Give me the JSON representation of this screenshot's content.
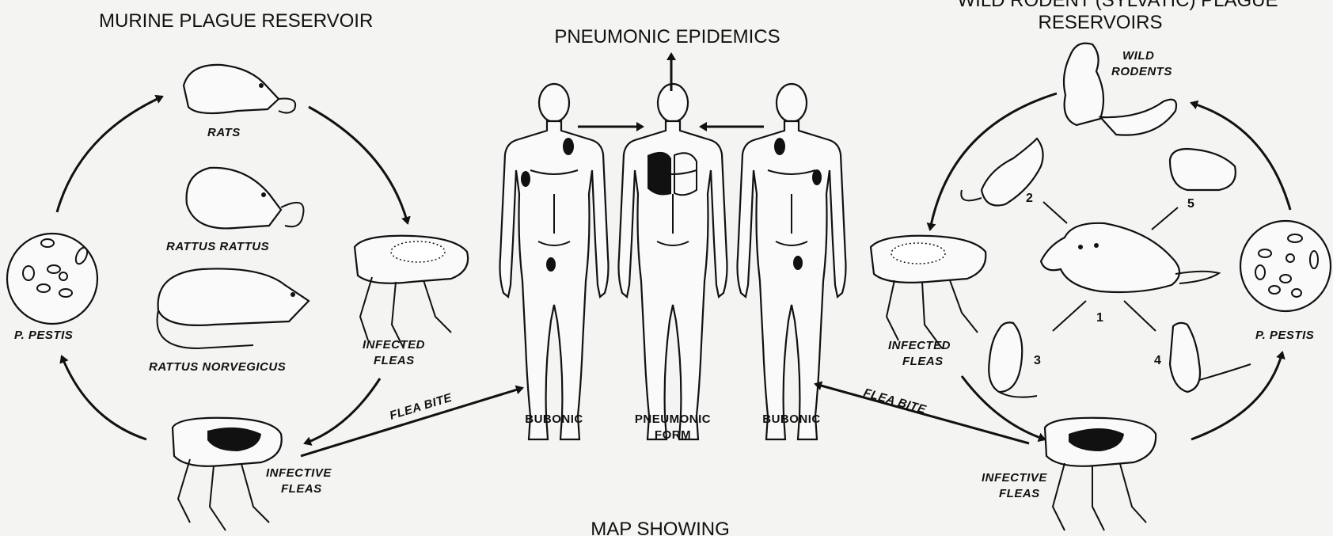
{
  "headings": {
    "murine": "MURINE PLAGUE RESERVOIR",
    "pneumonic_epidemics": "PNEUMONIC EPIDEMICS",
    "wild_line1": "WILD RODENT (SYLVATIC) PLAGUE",
    "wild_line2": "RESERVOIRS",
    "map_showing": "MAP SHOWING"
  },
  "murine": {
    "rats": "RATS",
    "rattus_rattus": "RATTUS RATTUS",
    "rattus_norvegicus": "RATTUS NORVEGICUS",
    "p_pestis": "P. PESTIS",
    "infected_fleas_1": "INFECTED",
    "infected_fleas_2": "FLEAS",
    "infective_fleas_1": "INFECTIVE",
    "infective_fleas_2": "FLEAS",
    "flea_bite": "FLEA BITE"
  },
  "human": {
    "left": "BUBONIC",
    "center_1": "PNEUMONIC",
    "center_2": "FORM",
    "right": "BUBONIC"
  },
  "wild": {
    "wild_rodents_1": "WILD",
    "wild_rodents_2": "RODENTS",
    "p_pestis": "P. PESTIS",
    "infected_fleas_1": "INFECTED",
    "infected_fleas_2": "FLEAS",
    "infective_fleas_1": "INFECTIVE",
    "infective_fleas_2": "FLEAS",
    "flea_bite": "FLEA BITE",
    "numbers": [
      "1",
      "2",
      "3",
      "4",
      "5"
    ]
  }
}
